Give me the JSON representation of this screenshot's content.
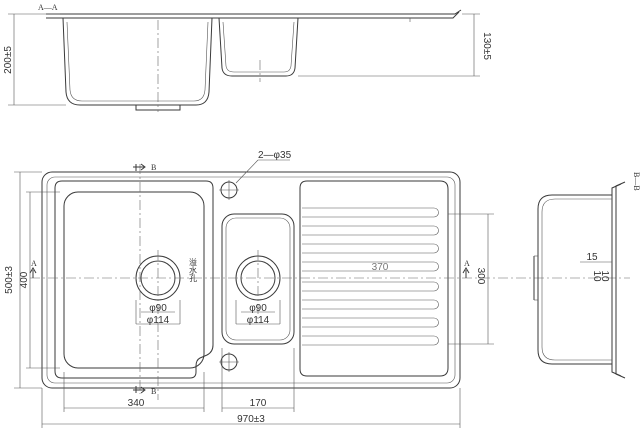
{
  "section_labels": {
    "aa": "A—A",
    "bb": "B—B",
    "a_left": "A",
    "a_right": "A",
    "b_top": "B",
    "b_bottom": "B"
  },
  "dimensions": {
    "section_depth_main": "200±5",
    "section_depth_small": "130±5",
    "hole_count_label": "2—φ35",
    "overall_depth": "500±3",
    "bowl_depth": "400",
    "drainer_width": "370",
    "drainer_height": "300",
    "main_bowl_width": "340",
    "small_bowl_width": "170",
    "overall_width": "970±3",
    "drain_main_inner": "φ90",
    "drain_main_outer": "φ114",
    "drain_small_inner": "φ90",
    "drain_small_outer": "φ114",
    "side_flange": "15",
    "side_rim": "10",
    "side_rim2": "10",
    "overflow_text": "溢水孔"
  },
  "colors": {
    "line": "#3a3a3a",
    "text": "#333333"
  }
}
